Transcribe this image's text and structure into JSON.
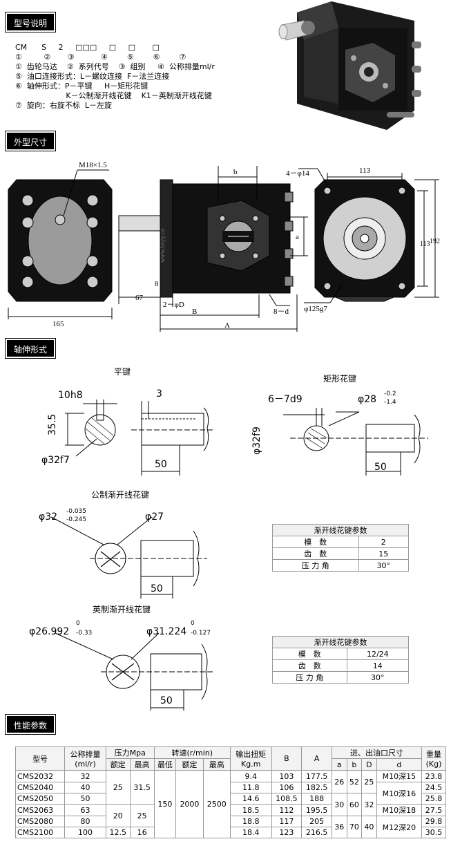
{
  "sections": {
    "model": "型号说明",
    "outline": "外型尺寸",
    "shaft": "轴伸形式",
    "performance": "性能参数"
  },
  "model_code": {
    "line1": "CM      S     2     □□□     □     □       □",
    "line2": "①         ②       ③           ④        ⑤        ⑥        ⑦",
    "line3": "①  齿轮马达    ②  系列代号    ③  组别     ④  公称排量ml/r",
    "line4": "⑤  油口连接形式：L－螺纹连接  F－法兰连接",
    "line5": "⑥  轴伸形式：P－平键     H－矩形花键",
    "line6": "                     K－公制渐开线花键    K1－英制渐开线花键",
    "line7": "⑦  旋向：右旋不标  L－左旋"
  },
  "outline_dims": {
    "m18": "M18×1.5",
    "b": "b",
    "four_d14": "4－φ14",
    "d113a": "113",
    "d113b": "113",
    "d192": "192",
    "a": "a",
    "d8": "8",
    "d67": "67",
    "two_d": "2－φD",
    "B": "B",
    "eight_d": "8－d",
    "d125": "φ125g7",
    "d165": "165",
    "A": "A",
    "brand": "www.bxyy.cn"
  },
  "shaft": {
    "flat_key": "平键",
    "rect_spline": "矩形花键",
    "metric_spline": "公制渐开线花键",
    "imperial_spline": "英制渐开线花键",
    "flat": {
      "w": "10h8",
      "h": "35.5",
      "d": "φ32f7",
      "k": "3",
      "l": "50"
    },
    "rect": {
      "n": "6－7d9",
      "D": "φ28",
      "Dtol_up": "-0.2",
      "Dtol_lo": "-1.4",
      "d": "φ32f9",
      "l": "50"
    },
    "metric": {
      "D": "φ32",
      "tol_up": "-0.035",
      "tol_lo": "-0.245",
      "d": "φ27",
      "l": "50"
    },
    "imperial": {
      "D": "φ26.992",
      "tol_up": "0",
      "tol_lo": "-0.33",
      "d": "φ31.224",
      "dtol_up": "0",
      "dtol_lo": "-0.127",
      "l": "50"
    }
  },
  "param_table_1": {
    "caption": "渐开线花键参数",
    "rows": [
      [
        "模　数",
        "2"
      ],
      [
        "齿　数",
        "15"
      ],
      [
        "压 力 角",
        "30°"
      ]
    ]
  },
  "param_table_2": {
    "caption": "渐开线花键参数",
    "rows": [
      [
        "模　数",
        "12/24"
      ],
      [
        "齿　数",
        "14"
      ],
      [
        "压 力 角",
        "30°"
      ]
    ]
  },
  "perf": {
    "h_model": "型号",
    "h_disp": "公称排量",
    "h_disp_unit": "(ml/r)",
    "h_press": "压力Mpa",
    "h_rated": "额定",
    "h_max": "最高",
    "h_speed": "转速(r/min)",
    "h_min": "最低",
    "h_rated2": "额定",
    "h_max2": "最高",
    "h_torque": "输出扭矩",
    "h_torque_unit": "Kg.m",
    "h_B": "B",
    "h_A": "A",
    "h_port": "进、出油口尺寸",
    "h_a": "a",
    "h_b": "b",
    "h_D": "D",
    "h_d": "d",
    "h_weight": "重量",
    "h_weight_unit": "(Kg)",
    "models": [
      "CMS2032",
      "CMS2040",
      "CMS2050",
      "CMS2063",
      "CMS2080",
      "CMS2100"
    ],
    "disp": [
      "32",
      "40",
      "50",
      "63",
      "80",
      "100"
    ],
    "press_rated": [
      "25",
      "20",
      "12.5"
    ],
    "press_max": [
      "31.5",
      "25",
      "16"
    ],
    "speed": [
      "150",
      "2000",
      "2500"
    ],
    "torque": [
      "9.4",
      "11.8",
      "14.6",
      "18.5",
      "18.8",
      "18.4"
    ],
    "B": [
      "103",
      "106",
      "108.5",
      "112",
      "117",
      "123"
    ],
    "A": [
      "177.5",
      "182.5",
      "188",
      "195.5",
      "205",
      "216.5"
    ],
    "port_a": [
      "26",
      "30",
      "36"
    ],
    "port_b": [
      "52",
      "60",
      "70"
    ],
    "port_D": [
      "25",
      "32",
      "40"
    ],
    "port_d": [
      "M10深15",
      "M10深16",
      "M10深18",
      "M12深20"
    ],
    "weight": [
      "23.8",
      "24.5",
      "25.8",
      "27.5",
      "29.8",
      "30.5"
    ]
  }
}
